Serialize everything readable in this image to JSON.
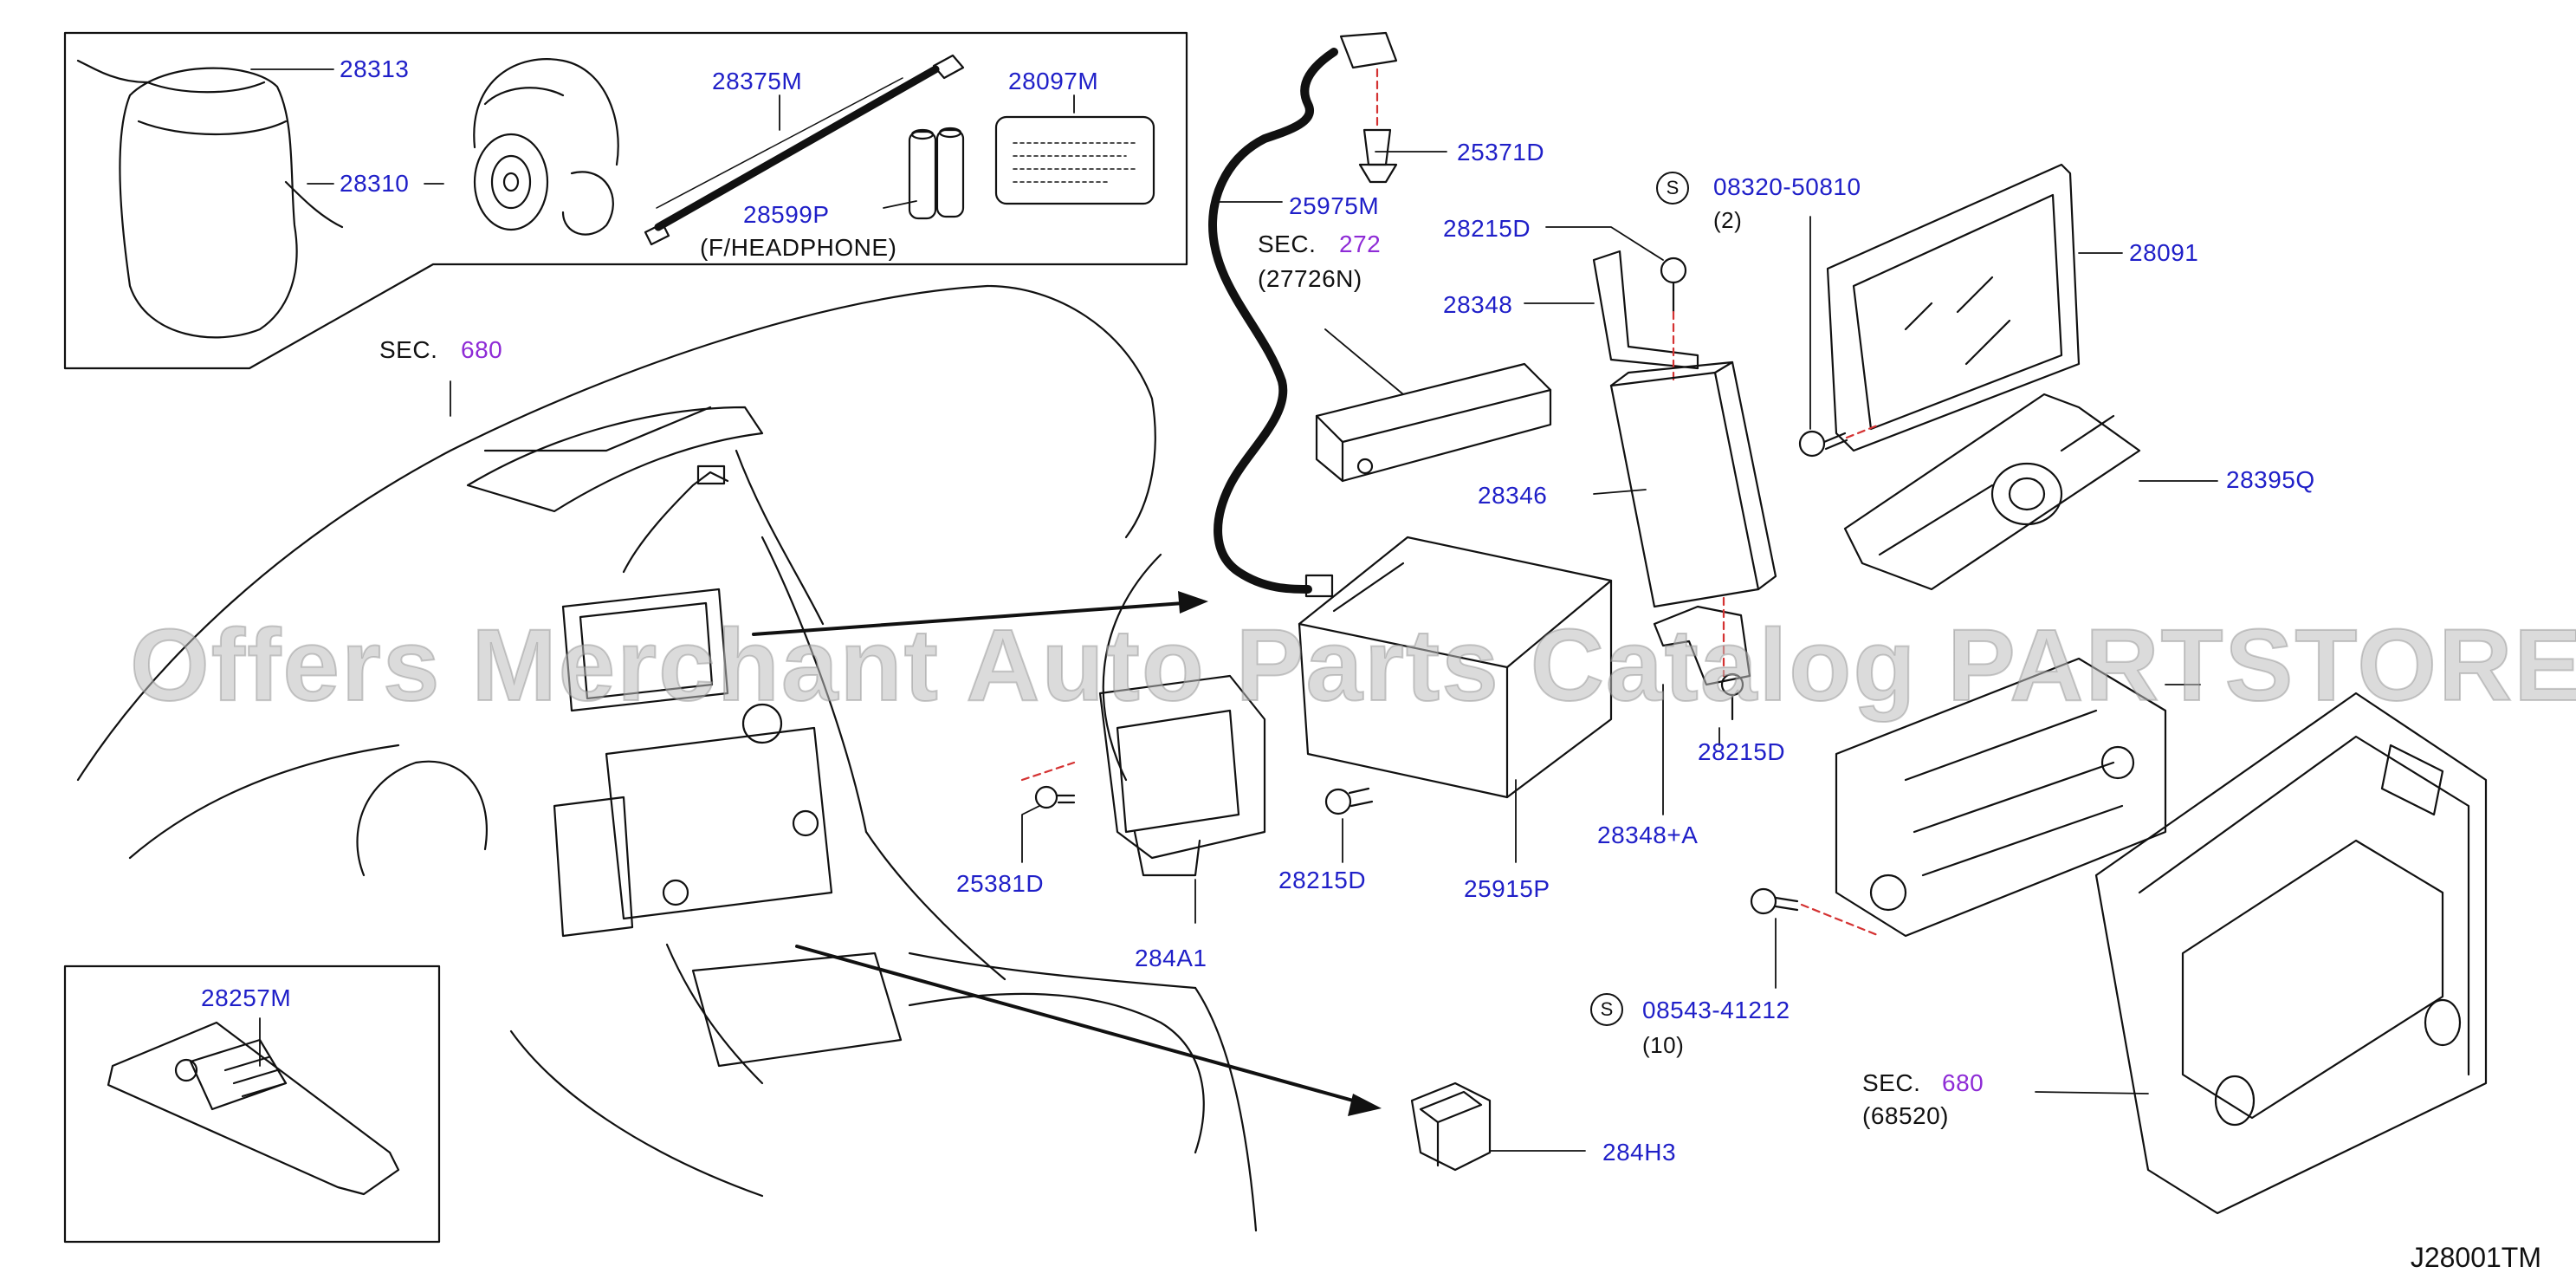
{
  "diagram_id": "J28001TM",
  "watermark": "Offers Merchant Auto Parts Catalog PARTSTORE.SA",
  "sec_word": "SEC.",
  "parts": {
    "p28313": "28313",
    "p28310": "28310",
    "p28375M": "28375M",
    "p28097M": "28097M",
    "p28599P": "28599P",
    "headphone_note": "(F/HEADPHONE)",
    "p25371D": "25371D",
    "p25975M": "25975M",
    "sec272_num": "272",
    "sec272_sub": "(27726N)",
    "sec680_top_num": "680",
    "p28215D_top": "28215D",
    "p08320": "08320-50810",
    "p08320_qty": "(2)",
    "p28091": "28091",
    "p28348": "28348",
    "p28346": "28346",
    "p28395Q": "28395Q",
    "p28215D_mid": "28215D",
    "p28348A": "28348+A",
    "p25381D": "25381D",
    "p28215D_bot": "28215D",
    "p25915P": "25915P",
    "p284A1": "284A1",
    "p08543": "08543-41212",
    "p08543_qty": "(10)",
    "p28257M": "28257M",
    "sec680_bot_num": "680",
    "sec680_bot_sub": "(68520)",
    "p284H3": "284H3",
    "s_symbol": "S"
  }
}
